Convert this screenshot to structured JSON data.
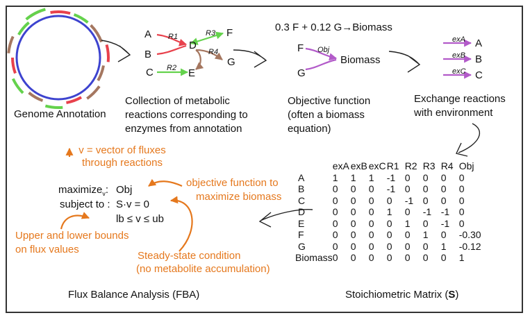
{
  "captions": {
    "genome": "Genome Annotation",
    "collection": [
      "Collection of metabolic",
      "reactions corresponding to",
      "enzymes from annotation"
    ],
    "objective": [
      "Objective function",
      "(often a biomass",
      "equation)"
    ],
    "exchange": [
      "Exchange reactions",
      "with environment"
    ],
    "fba": "Flux Balance Analysis (FBA)",
    "smatrix_prefix": "Stoichiometric Matrix (",
    "smatrix_bold": "S",
    "smatrix_suffix": ")"
  },
  "network": {
    "metabolites": [
      "A",
      "B",
      "C",
      "D",
      "E",
      "F",
      "G"
    ],
    "reactions": [
      "R1",
      "R2",
      "R3",
      "R4"
    ],
    "colors": {
      "R1": "#e8414c",
      "R2": "#64d24c",
      "R3": "#64d24c",
      "R4": "#a57760"
    }
  },
  "objective": {
    "equation": "0.3 F + 0.12 G→Biomass",
    "inputs": [
      "F",
      "G"
    ],
    "reaction_label": "Obj",
    "product": "Biomass",
    "color": "#b25ac9"
  },
  "exchange": {
    "reactions": [
      {
        "label": "exA",
        "metabolite": "A"
      },
      {
        "label": "exB",
        "metabolite": "B"
      },
      {
        "label": "exC",
        "metabolite": "C"
      }
    ],
    "color": "#b25ac9"
  },
  "fba": {
    "maximize_prefix": "maximize",
    "maximize_sub": "v",
    "maximize_colon": ":",
    "maximize_term": "Obj",
    "subject_to": "subject to :",
    "constraint_eq": "S·v = 0",
    "constraint_bounds": "lb ≤ v ≤ ub",
    "annotations": {
      "vector": [
        "v = vector of fluxes",
        "through reactions"
      ],
      "objective": [
        "objective function to",
        "maximize biomass"
      ],
      "bounds": [
        "Upper and lower bounds",
        "on flux values"
      ],
      "steady": [
        "Steady-state condition",
        "(no metabolite accumulation)"
      ]
    },
    "annotation_color": "#e5781d"
  },
  "smatrix": {
    "columns": [
      "exA",
      "exB",
      "exC",
      "R1",
      "R2",
      "R3",
      "R4",
      "Obj"
    ],
    "rows": [
      {
        "name": "A",
        "values": [
          "1",
          "1",
          "1",
          "-1",
          "0",
          "0",
          "0",
          "0"
        ]
      },
      {
        "name": "B",
        "values": [
          "0",
          "0",
          "0",
          "-1",
          "0",
          "0",
          "0",
          "0"
        ]
      },
      {
        "name": "C",
        "values": [
          "0",
          "0",
          "0",
          "0",
          "-1",
          "0",
          "0",
          "0"
        ]
      },
      {
        "name": "D",
        "values": [
          "0",
          "0",
          "0",
          "1",
          "0",
          "-1",
          "-1",
          "0"
        ]
      },
      {
        "name": "E",
        "values": [
          "0",
          "0",
          "0",
          "0",
          "1",
          "0",
          "-1",
          "0"
        ]
      },
      {
        "name": "F",
        "values": [
          "0",
          "0",
          "0",
          "0",
          "0",
          "1",
          "0",
          "-0.30"
        ]
      },
      {
        "name": "G",
        "values": [
          "0",
          "0",
          "0",
          "0",
          "0",
          "0",
          "1",
          "-0.12"
        ]
      },
      {
        "name": "Biomass",
        "values": [
          "0",
          "0",
          "0",
          "0",
          "0",
          "0",
          "0",
          "1"
        ]
      }
    ]
  },
  "genome": {
    "circle_color": "#3d43cf",
    "gene_colors": [
      "#e8414c",
      "#64d24c",
      "#a57760"
    ]
  }
}
